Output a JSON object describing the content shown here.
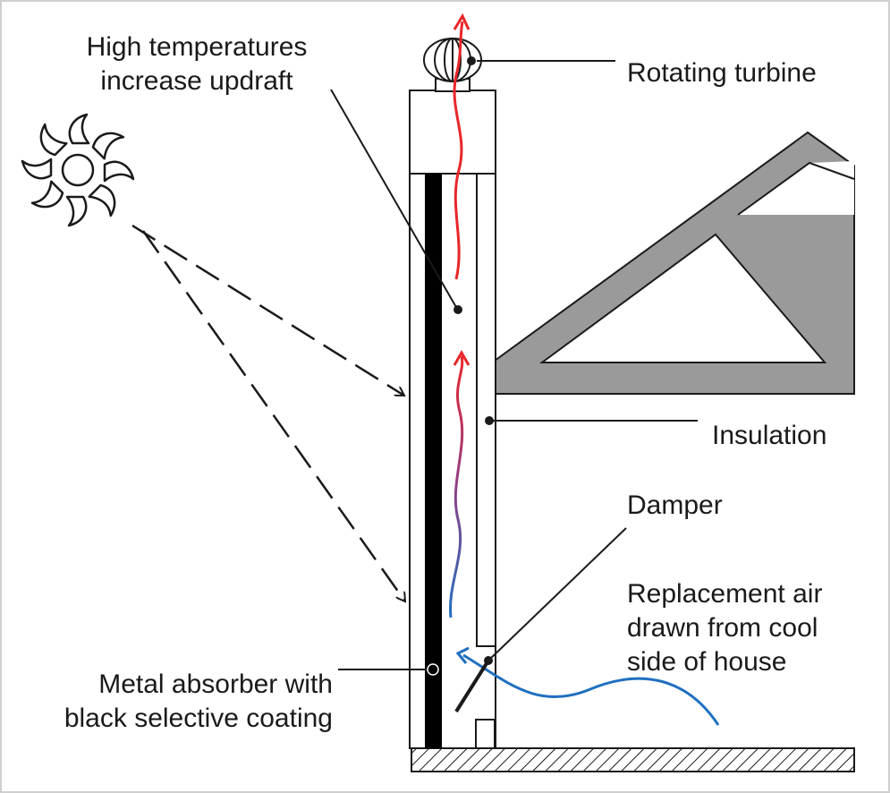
{
  "labels": {
    "high_temp_line1": "High temperatures",
    "high_temp_line2": "increase updraft",
    "turbine": "Rotating turbine",
    "insulation": "Insulation",
    "damper": "Damper",
    "replacement_line1": "Replacement air",
    "replacement_line2": "drawn from cool",
    "replacement_line3": "side of house",
    "absorber_line1": "Metal absorber with",
    "absorber_line2": "black selective coating"
  },
  "colors": {
    "line": "#1a1a1a",
    "truss": "#9a9a9a",
    "hot_air": "#e8262a",
    "cool_air": "#1f6fbf",
    "absorber": "#000000"
  }
}
